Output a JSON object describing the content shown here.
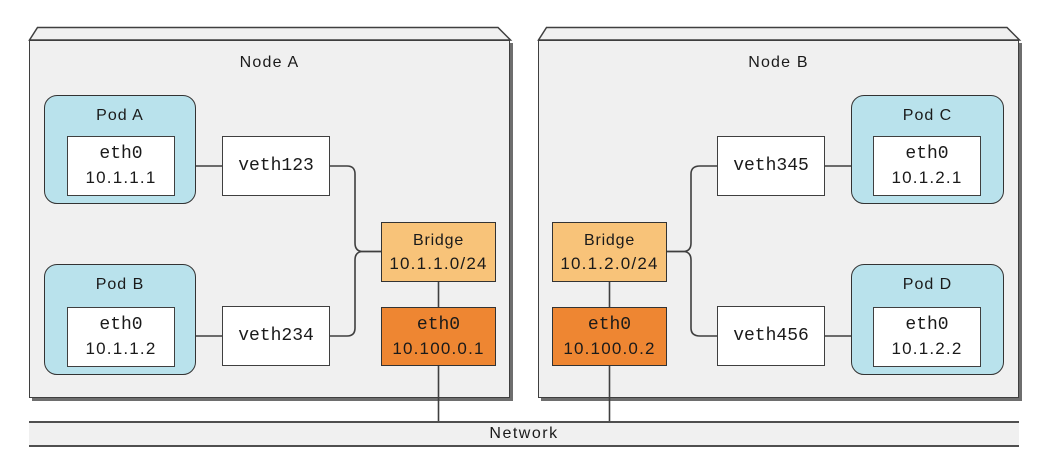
{
  "network": {
    "label": "Network"
  },
  "nodes": [
    {
      "label": "Node A",
      "pods": [
        {
          "label": "Pod A",
          "iface": "eth0",
          "ip": "10.1.1.1"
        },
        {
          "label": "Pod B",
          "iface": "eth0",
          "ip": "10.1.1.2"
        }
      ],
      "veths": [
        {
          "label": "veth123"
        },
        {
          "label": "veth234"
        }
      ],
      "bridge": {
        "label": "Bridge",
        "subnet": "10.1.1.0/24"
      },
      "eth": {
        "label": "eth0",
        "ip": "10.100.0.1"
      }
    },
    {
      "label": "Node B",
      "pods": [
        {
          "label": "Pod C",
          "iface": "eth0",
          "ip": "10.1.2.1"
        },
        {
          "label": "Pod D",
          "iface": "eth0",
          "ip": "10.1.2.2"
        }
      ],
      "veths": [
        {
          "label": "veth345"
        },
        {
          "label": "veth456"
        }
      ],
      "bridge": {
        "label": "Bridge",
        "subnet": "10.1.2.0/24"
      },
      "eth": {
        "label": "eth0",
        "ip": "10.100.0.2"
      }
    }
  ],
  "colors": {
    "node_fill": "#f0f0f0",
    "pod_fill": "#b9e2ec",
    "bridge_fill": "#f8c379",
    "eth_fill": "#ee8632",
    "line": "#3f3f3f",
    "shadow": "#6e6e6e",
    "bar_fill": "#f0f0f0"
  }
}
